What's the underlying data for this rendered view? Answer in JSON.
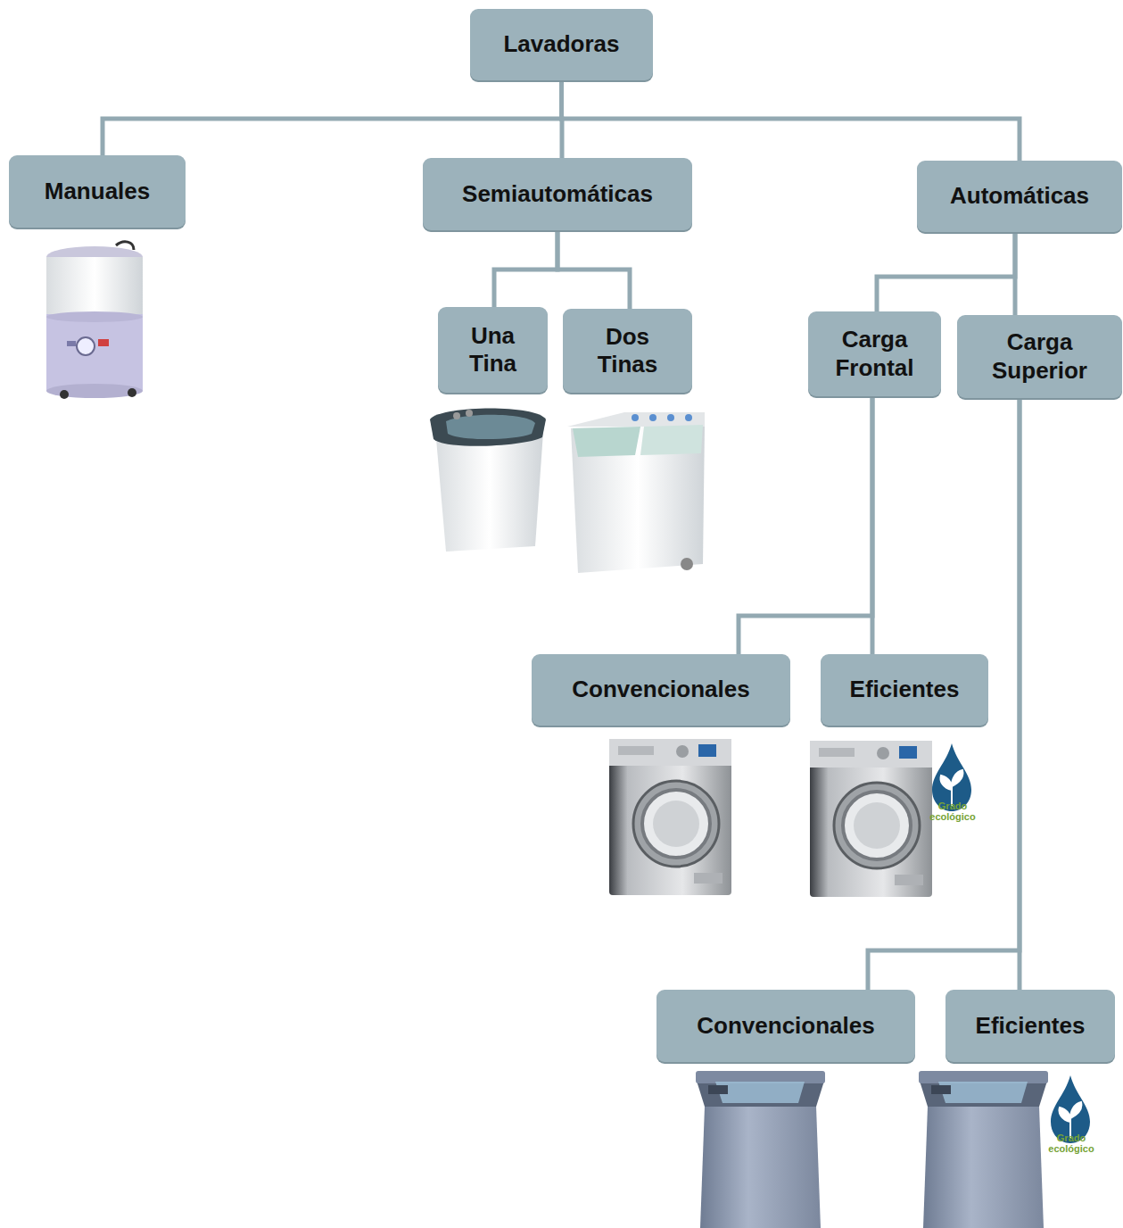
{
  "diagram": {
    "nodes": [
      {
        "text": [
          "Lavadoras"
        ]
      },
      {
        "text": [
          "Manuales"
        ]
      },
      {
        "text": [
          "Semiautomáticas"
        ]
      },
      {
        "text": [
          "Automáticas"
        ]
      },
      {
        "text": [
          "Una Tina"
        ]
      },
      {
        "text": [
          "Dos Tinas"
        ]
      },
      {
        "text": [
          "Carga Frontal"
        ]
      },
      {
        "text": [
          "Carga Superior"
        ]
      },
      {
        "text": [
          "Convencionales"
        ]
      },
      {
        "text": [
          "Eficientes"
        ]
      },
      {
        "text": [
          "Convencionales"
        ]
      },
      {
        "text": [
          "Eficientes"
        ]
      }
    ],
    "edges": [
      {
        "from": 0,
        "to": 1,
        "arrow": "none"
      },
      {
        "from": 0,
        "to": 2,
        "arrow": "none"
      },
      {
        "from": 0,
        "to": 3,
        "arrow": "none"
      },
      {
        "from": 2,
        "to": 4,
        "arrow": "none"
      },
      {
        "from": 2,
        "to": 5,
        "arrow": "none"
      },
      {
        "from": 3,
        "to": 6,
        "arrow": "none"
      },
      {
        "from": 3,
        "to": 7,
        "arrow": "none"
      },
      {
        "from": 6,
        "to": 8,
        "arrow": "none"
      },
      {
        "from": 6,
        "to": 9,
        "arrow": "none"
      },
      {
        "from": 7,
        "to": 10,
        "arrow": "none"
      },
      {
        "from": 7,
        "to": 11,
        "arrow": "none"
      }
    ],
    "labels": [
      "Grado ecológico",
      "Grado ecológico"
    ]
  }
}
